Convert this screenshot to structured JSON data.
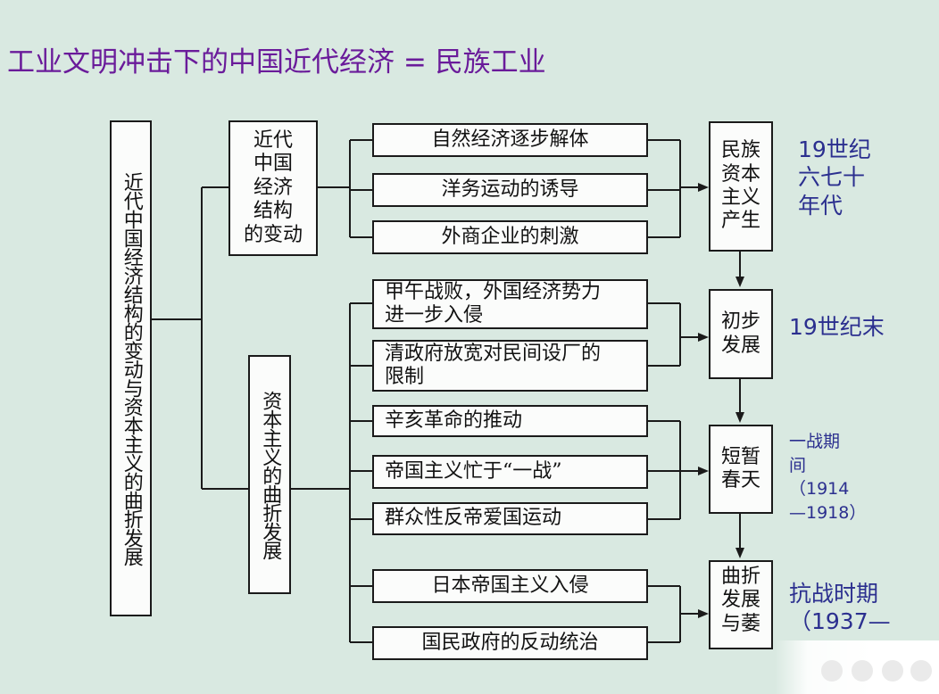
{
  "title": "工业文明冲击下的中国近代经济 = 民族工业",
  "nodes": {
    "root": "近代中国经济结构的变动与资本主义的曲折发展",
    "structure_change": "近代\n中国\n经济\n结构\n的变动",
    "capitalism_twists": "资本主义的曲折发展",
    "natural_economy": "自然经济逐步解体",
    "westernization": "洋务运动的诱导",
    "foreign_business": "外商企业的刺激",
    "war_defeat": "甲午战败，外国经济势力\n进一步入侵",
    "qing_policy": "清政府放宽对民间设厂的\n限制",
    "xinhai": "辛亥革命的推动",
    "ww1": "帝国主义忙于“一战”",
    "patriotic": "群众性反帝爱国运动",
    "japan_invasion": "日本帝国主义入侵",
    "kmt_rule": "国民政府的反动统治",
    "stage1": "民族\n资本\n主义\n产生",
    "stage2": "初步\n发展",
    "stage3": "短暂\n春天",
    "stage4": "曲折\n发展\n与萎"
  },
  "notes": {
    "n1": "19世纪\n六七十\n年代",
    "n2": "19世纪末",
    "n3": "一战期\n间\n（1914\n—1918）",
    "n4": "抗战时期\n（1937—"
  }
}
